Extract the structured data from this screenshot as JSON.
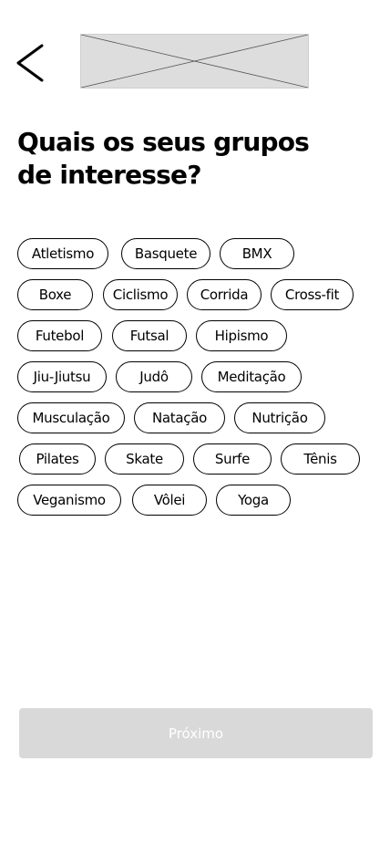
{
  "header": {
    "back_icon": "chevron-left-icon",
    "logo": "image-placeholder"
  },
  "title": "Quais os seus grupos de interesse?",
  "interests": [
    [
      "Atletismo",
      "Basquete",
      "BMX"
    ],
    [
      "Boxe",
      "Ciclismo",
      "Corrida",
      "Cross-fit"
    ],
    [
      "Futebol",
      "Futsal",
      "Hipismo"
    ],
    [
      "Jiu-Jiutsu",
      "Judô",
      "Meditação"
    ],
    [
      "Musculação",
      "Natação",
      "Nutrição"
    ],
    [
      "Pilates",
      "Skate",
      "Surfe",
      "Tênis"
    ],
    [
      "Veganismo",
      "Vôlei",
      "Yoga"
    ]
  ],
  "footer": {
    "next_label": "Próximo"
  },
  "colors": {
    "chip_border": "#000000",
    "button_disabled_bg": "#d9d9d9",
    "button_disabled_text": "#ffffff",
    "placeholder_bg": "#dddddd"
  }
}
